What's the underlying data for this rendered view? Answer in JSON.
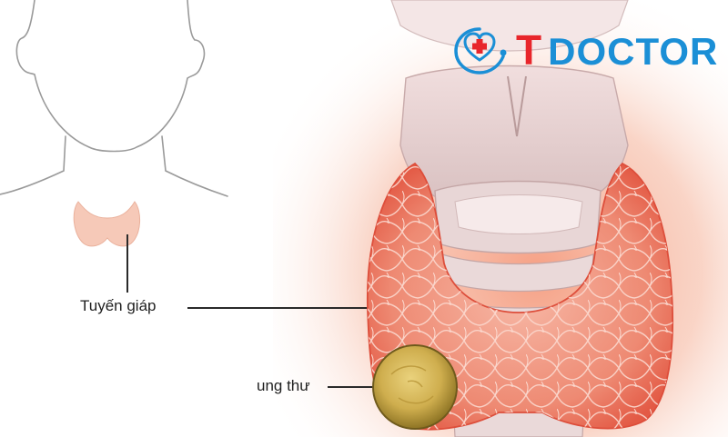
{
  "labels": {
    "thyroid": "Tuyến giáp",
    "cancer": "ung thư"
  },
  "logo": {
    "letter": "T",
    "word": "DOCTOR",
    "icon": "heart-stethoscope-icon",
    "colors": {
      "letter": "#e8262b",
      "word": "#1b8fd6"
    }
  },
  "colors": {
    "thyroid_small": "#f6c9b8",
    "thyroid_gland": "#e9735f",
    "tumor": "#c9a84a",
    "outline": "#9a9a9a",
    "leader_line": "#2a2a2a"
  }
}
